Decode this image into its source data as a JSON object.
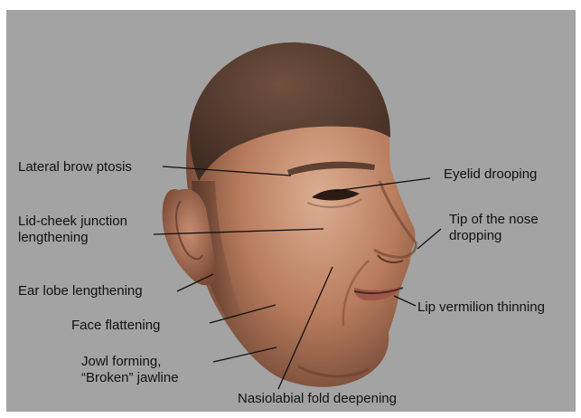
{
  "colors": {
    "background": "#a3a3a3",
    "frame": "#ffffff",
    "label_text": "#111111",
    "leader_line": "#111111",
    "skin_light": "#d9a78c",
    "skin_mid": "#b77a5c",
    "skin_dark": "#6e4331",
    "hair": "#4a3428"
  },
  "illustration": "3d-face-render",
  "labels": {
    "lateral_brow_ptosis": "Lateral brow ptosis",
    "lid_cheek_1": "Lid-cheek junction",
    "lid_cheek_2": "lengthening",
    "ear_lobe": "Ear lobe lengthening",
    "face_flattening": "Face flattening",
    "jowl_1": "Jowl forming,",
    "jowl_2": "“Broken” jawline",
    "nasiolabial": "Nasiolabial fold deepening",
    "eyelid": "Eyelid drooping",
    "nose_1": "Tip of the nose",
    "nose_2": "dropping",
    "lip": "Lip vermilion thinning"
  }
}
